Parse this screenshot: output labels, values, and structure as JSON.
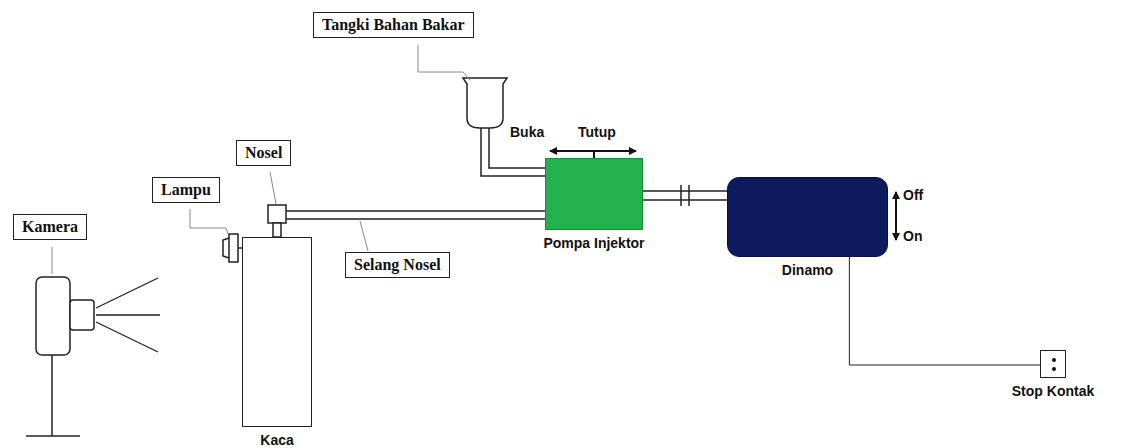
{
  "diagram": {
    "nodes": [
      {
        "text": [
          "Tangki Bahan Bakar"
        ]
      },
      {
        "text": [
          "Nosel"
        ]
      },
      {
        "text": [
          "Lampu"
        ]
      },
      {
        "text": [
          "Kamera"
        ]
      },
      {
        "text": [
          "Selang Nosel"
        ]
      },
      {
        "text": [
          "Pompa Injektor"
        ]
      },
      {
        "text": [
          "Dinamo"
        ]
      },
      {
        "text": [
          "Kaca"
        ]
      },
      {
        "text": [
          "Stop Kontak"
        ]
      }
    ],
    "edges": [
      {
        "from": 5,
        "to": 6,
        "arrow": "none"
      },
      {
        "from": 6,
        "to": 8,
        "arrow": "none"
      }
    ],
    "labels": [
      "Buka",
      "Tutup",
      "Off",
      "On"
    ]
  }
}
